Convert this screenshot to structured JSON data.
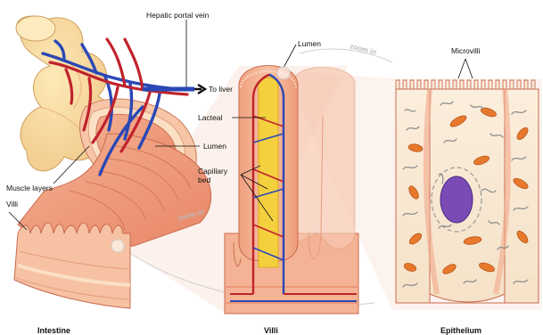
{
  "labels": {
    "hepatic_portal_vein": "Hepatic portal vein",
    "to_liver": "To liver",
    "lumen_intestine": "Lumen",
    "muscle_layers": "Muscle layers",
    "villi_intestine": "Villi",
    "lumen_villi": "Lumen",
    "lacteal": "Lacteal",
    "capillary_line1": "Capillary",
    "capillary_line2": "bed",
    "microvilli": "Microvilli",
    "zoom_in_1": "zoom in",
    "zoom_in_2": "zoom in"
  },
  "captions": {
    "intestine": "Intestine",
    "villi": "Villi",
    "epithelium": "Epithelium"
  },
  "colors": {
    "artery": "#c0222c",
    "vein": "#2a48b5",
    "lacteal": "#f4d03f",
    "tissue": "#f6b99a",
    "mucosa": "#ee9a78",
    "outer_wall": "#fbe3a6",
    "cytoplasm": "#f9ecd9",
    "nucleus": "#7a4ab5",
    "mitochondria": "#e8792c"
  }
}
